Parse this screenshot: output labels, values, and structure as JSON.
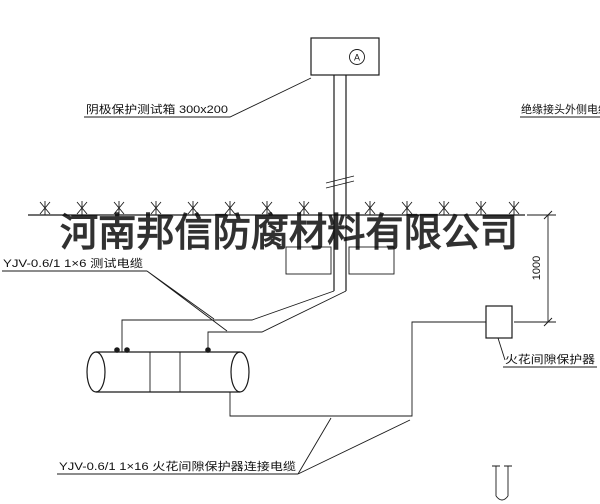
{
  "colors": {
    "background": "#ffffff",
    "line": "#1a1a1a",
    "watermark": "#0a0a0a"
  },
  "watermark_text": "河南邦信防腐材料有限公司",
  "labels": {
    "test_box": "阴极保护测试箱 300x200",
    "insulation_joint_cable": "绝缘接头外侧电缆",
    "test_cable": "YJV-0.6/1 1×6  测试电缆",
    "spark_gap_protector": "火花间隙保护器",
    "spark_gap_cable": "YJV-0.6/1 1×16  火花间隙保护器连接电缆",
    "dimension_height": "1000",
    "ammeter": "A"
  }
}
